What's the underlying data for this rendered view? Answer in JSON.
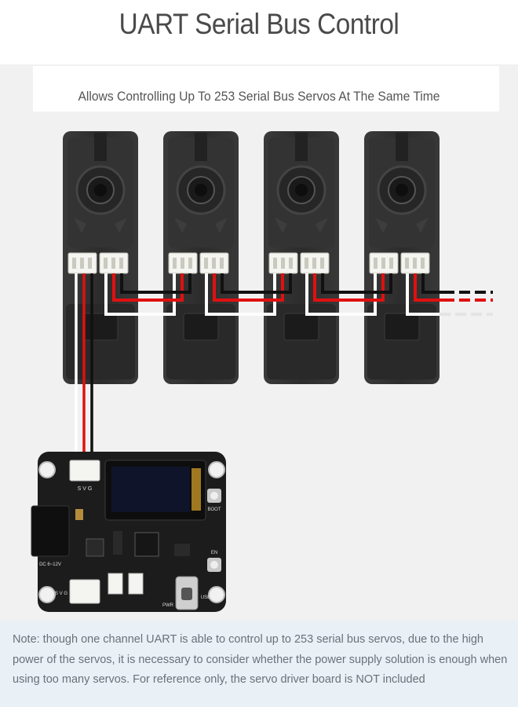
{
  "title": "UART Serial Bus Control",
  "subtitle": "Allows Controlling Up To 253 Serial Bus Servos At The Same Time",
  "board_labels": {
    "header_top": "S V G",
    "header_bottom": "S V G",
    "boot": "BOOT",
    "en": "EN",
    "dc": "DC 6~12V",
    "pwr": "PWR",
    "usb": "USB"
  },
  "note": "Note: though one channel UART is able to control up to 253 serial bus servos, due to the high power of the servos, it is necessary to consider whether the power supply solution is enough when using too many servos. For reference only, the servo driver board is NOT included",
  "colors": {
    "wire_signal": "#ffffff",
    "wire_power": "#e01010",
    "wire_ground": "#111111",
    "servo_body": "#2f2f2f",
    "pcb": "#1c1c1c"
  }
}
